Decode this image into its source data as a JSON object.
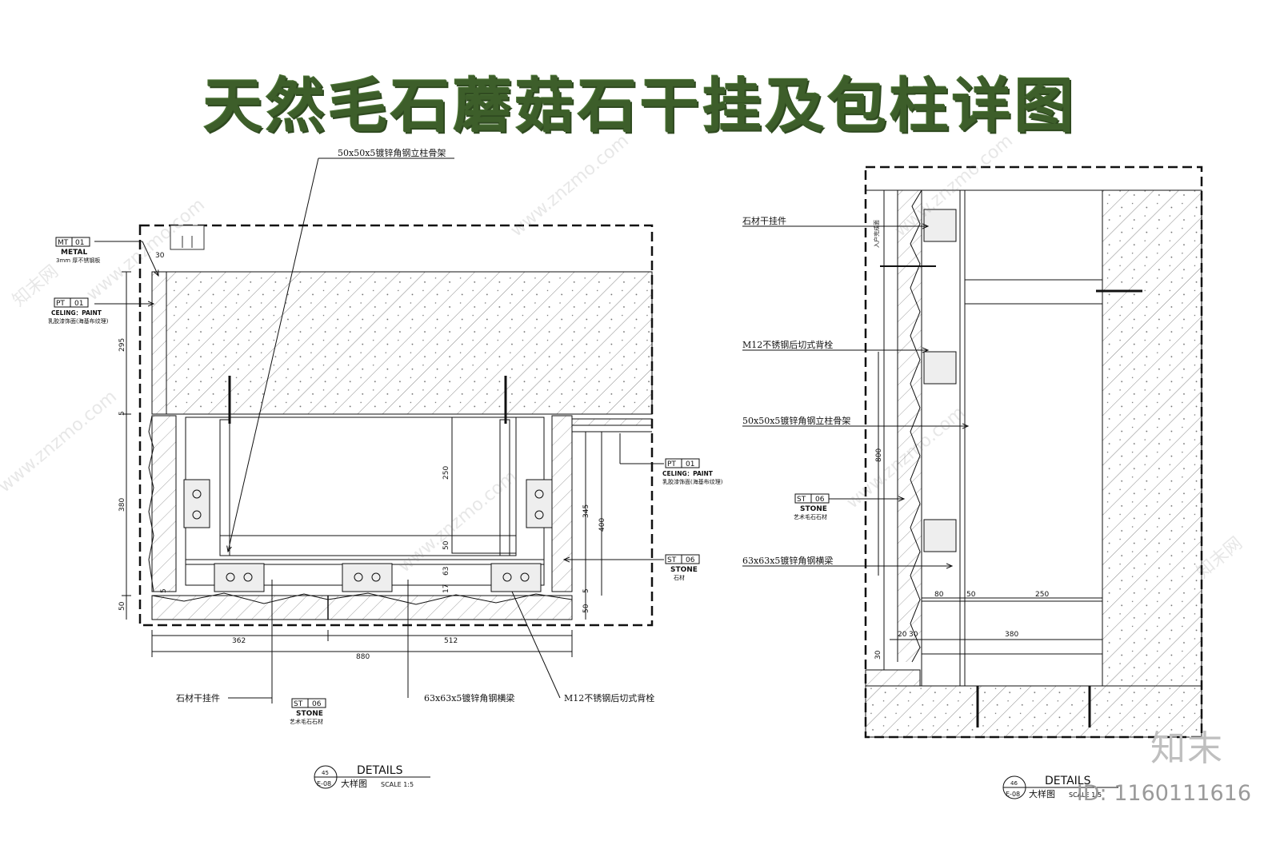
{
  "title": "天然毛石蘑菇石干挂及包柱详图",
  "left": {
    "callout_top": "50x50x5镀锌角钢立柱骨架",
    "tag_mt": {
      "code": "MT",
      "num": "01",
      "name": "METAL",
      "desc": "3mm 厚不锈钢板"
    },
    "tag_pt_left": {
      "code": "PT",
      "num": "01",
      "name": "CELING：PAINT",
      "desc": "乳胶漆饰面(海基布纹理)"
    },
    "tag_pt_right": {
      "code": "PT",
      "num": "01",
      "name": "CELING：PAINT",
      "desc": "乳胶漆饰面(海基布纹理)"
    },
    "tag_st_right": {
      "code": "ST",
      "num": "06",
      "name": "STONE",
      "desc": "石材"
    },
    "tag_st_bottom": {
      "code": "ST",
      "num": "06",
      "name": "STONE",
      "desc": "艺术毛石石材"
    },
    "label_bracket": "石材干挂件",
    "label_beam": "63x63x5镀锌角钢横梁",
    "label_bolt": "M12不锈钢后切式背栓",
    "dims": {
      "d30": "30",
      "d295": "295",
      "d380": "380",
      "d50": "50",
      "d5a": "5",
      "d5b": "5",
      "d250": "250",
      "d50b": "50",
      "d63": "63",
      "d17": "17",
      "d345": "345",
      "d400": "400",
      "d5c": "5",
      "d50c": "50",
      "d362": "362",
      "d512": "512",
      "d880": "880"
    },
    "detail": {
      "num": "45",
      "sheet": "E-08",
      "label": "DETAILS",
      "name": "大样图",
      "scale": "SCALE  1:5"
    }
  },
  "right": {
    "label_bracket": "石材干挂件",
    "label_bolt": "M12不锈钢后切式背栓",
    "label_column": "50x50x5镀锌角钢立柱骨架",
    "label_beam": "63x63x5镀锌角钢横梁",
    "vertical_note": "入户完成面",
    "tag_st": {
      "code": "ST",
      "num": "06",
      "name": "STONE",
      "desc": "艺术毛石石材"
    },
    "dims": {
      "d800": "800",
      "d80": "80",
      "d50": "50",
      "d250": "250",
      "d20": "20",
      "d30": "30",
      "d380": "380",
      "d30b": "30"
    },
    "detail": {
      "num": "46",
      "sheet": "E-08",
      "label": "DETAILS",
      "name": "大样图",
      "scale": "SCALE  1:5"
    }
  },
  "watermark": "www.znzmo.com",
  "watermark_cn": "知末网",
  "logo": "知末",
  "id_label": "ID: 1160111616"
}
